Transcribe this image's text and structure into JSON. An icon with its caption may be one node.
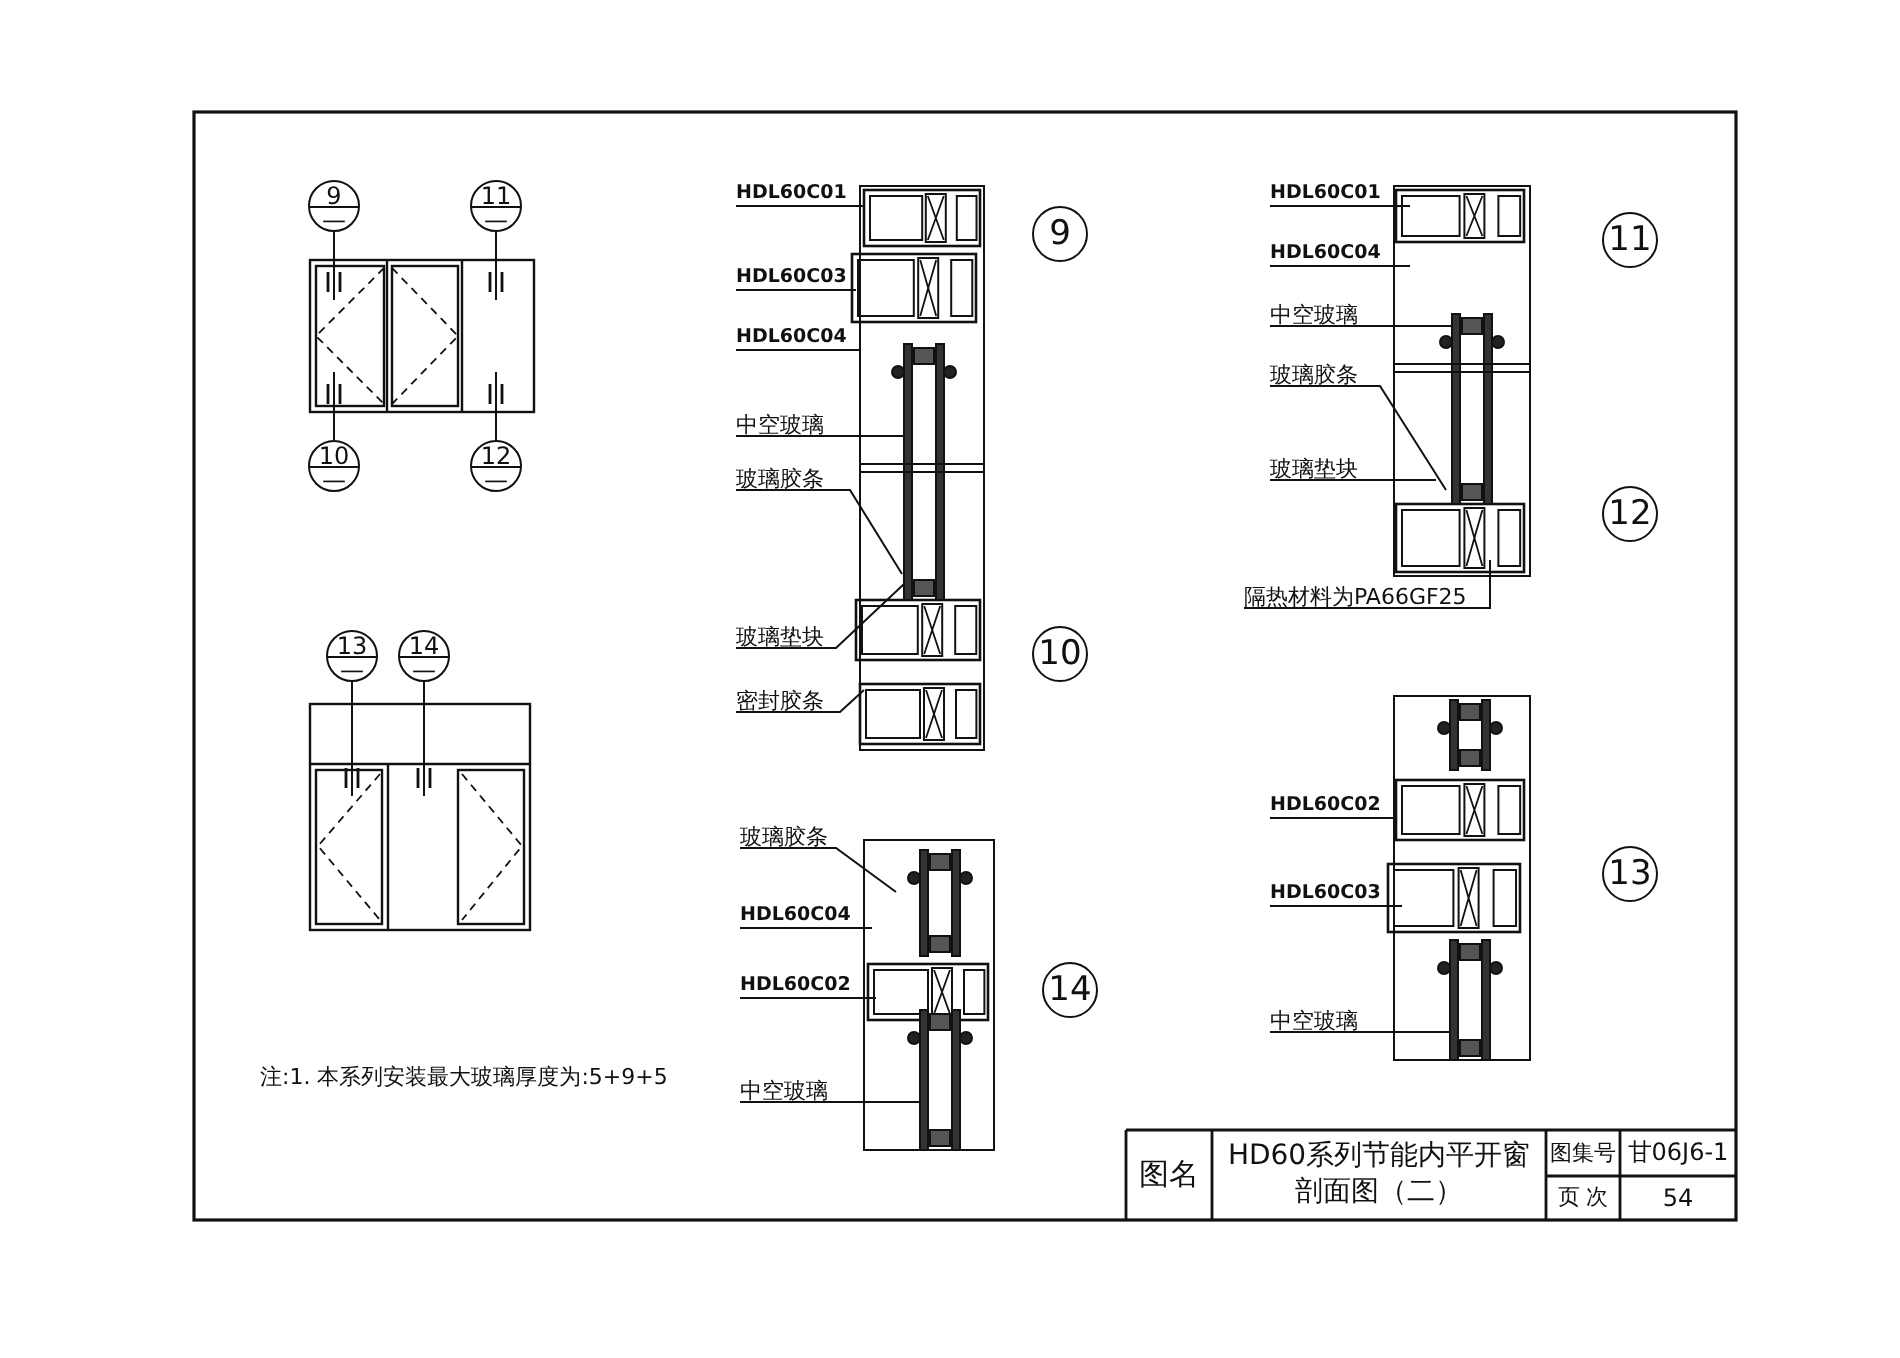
{
  "diagram": {
    "nodes": [
      {
        "text": [
          "9",
          "—"
        ]
      },
      {
        "text": [
          "11",
          "—"
        ]
      },
      {
        "text": [
          "10",
          "—"
        ]
      },
      {
        "text": [
          "12",
          "—"
        ]
      },
      {
        "text": [
          "HDL60C01"
        ]
      },
      {
        "text": [
          "HDL60C03"
        ]
      },
      {
        "text": [
          "HDL60C04"
        ]
      },
      {
        "text": [
          "中空玻璃"
        ]
      },
      {
        "text": [
          "玻璃胶条"
        ]
      },
      {
        "text": [
          "玻璃垫块"
        ]
      },
      {
        "text": [
          "密封胶条"
        ]
      },
      {
        "text": [
          "HDL60C01"
        ]
      },
      {
        "text": [
          "HDL60C04"
        ]
      },
      {
        "text": [
          "中空玻璃"
        ]
      },
      {
        "text": [
          "玻璃胶条"
        ]
      },
      {
        "text": [
          "玻璃垫块"
        ]
      },
      {
        "text": [
          "隔热材料为PA66GF25"
        ]
      },
      {
        "text": [
          "13",
          "—"
        ]
      },
      {
        "text": [
          "14",
          "—"
        ]
      },
      {
        "text": [
          "玻璃胶条"
        ]
      },
      {
        "text": [
          "HDL60C04"
        ]
      },
      {
        "text": [
          "HDL60C02"
        ]
      },
      {
        "text": [
          "中空玻璃"
        ]
      },
      {
        "text": [
          "HDL60C02"
        ]
      },
      {
        "text": [
          "HDL60C03"
        ]
      },
      {
        "text": [
          "中空玻璃"
        ]
      },
      {
        "text": [
          "9"
        ]
      },
      {
        "text": [
          "11"
        ]
      },
      {
        "text": [
          "12"
        ]
      },
      {
        "text": [
          "10"
        ]
      },
      {
        "text": [
          "13"
        ]
      },
      {
        "text": [
          "14"
        ]
      }
    ],
    "edges": [
      {
        "from": 0,
        "to": null,
        "arrow": "none"
      },
      {
        "from": 1,
        "to": null,
        "arrow": "none"
      },
      {
        "from": 2,
        "to": null,
        "arrow": "none"
      },
      {
        "from": 3,
        "to": null,
        "arrow": "none"
      },
      {
        "from": 4,
        "to": null,
        "arrow": "none"
      },
      {
        "from": 5,
        "to": null,
        "arrow": "none"
      },
      {
        "from": 6,
        "to": null,
        "arrow": "none"
      },
      {
        "from": 7,
        "to": null,
        "arrow": "none"
      },
      {
        "from": 8,
        "to": null,
        "arrow": "none"
      },
      {
        "from": 9,
        "to": null,
        "arrow": "none"
      },
      {
        "from": 10,
        "to": null,
        "arrow": "none"
      },
      {
        "from": 11,
        "to": null,
        "arrow": "none"
      },
      {
        "from": 12,
        "to": null,
        "arrow": "none"
      },
      {
        "from": 13,
        "to": null,
        "arrow": "none"
      },
      {
        "from": 14,
        "to": null,
        "arrow": "none"
      },
      {
        "from": 15,
        "to": null,
        "arrow": "none"
      },
      {
        "from": 16,
        "to": null,
        "arrow": "none"
      },
      {
        "from": 17,
        "to": null,
        "arrow": "none"
      },
      {
        "from": 18,
        "to": null,
        "arrow": "none"
      },
      {
        "from": 19,
        "to": null,
        "arrow": "none"
      },
      {
        "from": 20,
        "to": null,
        "arrow": "none"
      },
      {
        "from": 21,
        "to": null,
        "arrow": "none"
      },
      {
        "from": 22,
        "to": null,
        "arrow": "none"
      },
      {
        "from": 23,
        "to": null,
        "arrow": "none"
      },
      {
        "from": 24,
        "to": null,
        "arrow": "none"
      },
      {
        "from": 25,
        "to": null,
        "arrow": "none"
      }
    ],
    "labels": [
      "注:1. 本系列安装最大玻璃厚度为:5+9+5",
      "图名",
      "HD60系列节能内平开窗剖面图（二）",
      "图集号",
      "甘06J6-1",
      "页 次",
      "54"
    ]
  }
}
